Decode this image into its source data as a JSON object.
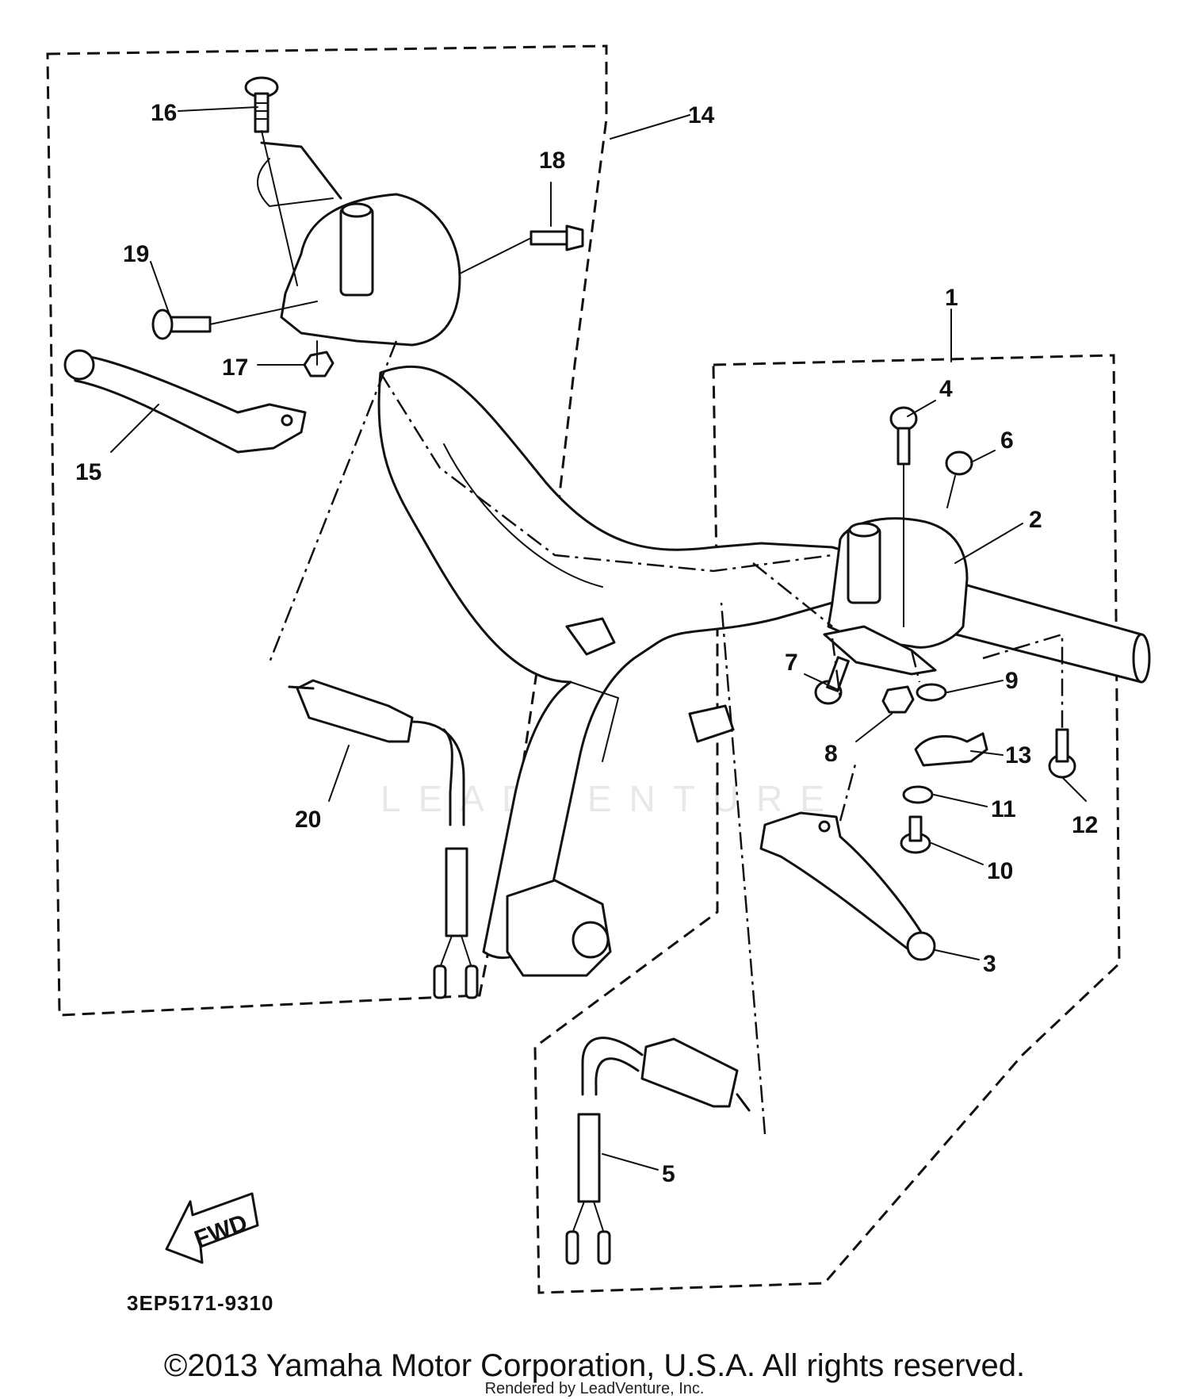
{
  "diagram_code": "3EP5171-9310",
  "fwd_label": "FWD",
  "copyright": "©2013 Yamaha Motor Corporation, U.S.A. All rights reserved.",
  "rendered_by": "Rendered by LeadVenture, Inc.",
  "watermark": "LEADVENTURE",
  "callouts": {
    "c1": "1",
    "c2": "2",
    "c3": "3",
    "c4": "4",
    "c5": "5",
    "c6": "6",
    "c7": "7",
    "c8": "8",
    "c9": "9",
    "c10": "10",
    "c11": "11",
    "c12": "12",
    "c13": "13",
    "c14": "14",
    "c15": "15",
    "c16": "16",
    "c17": "17",
    "c18": "18",
    "c19": "19",
    "c20": "20"
  }
}
